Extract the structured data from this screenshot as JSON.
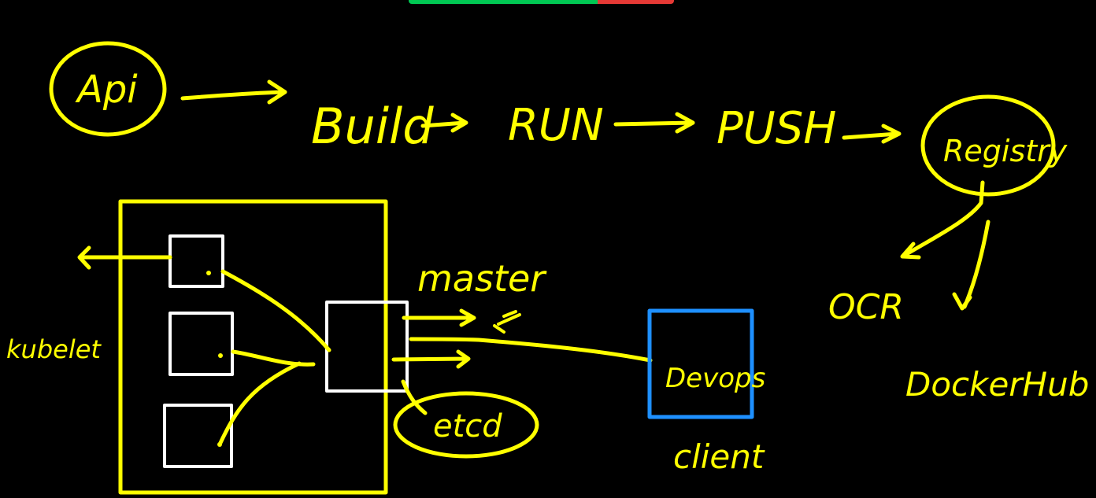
{
  "colors": {
    "background": "#000000",
    "ink_yellow": "#FFFF00",
    "ink_white": "#FFFFFF",
    "ink_blue": "#1E90FF",
    "bar_green": "#00C853",
    "bar_red": "#E53935"
  },
  "labels": {
    "api": "Api",
    "build": "Build",
    "run": "RUN",
    "push": "PUSH",
    "registry": "Registry",
    "ocr": "OCR",
    "dockerhub": "DockerHub",
    "master": "master",
    "kubelet": "kubelet",
    "etcd": "etcd",
    "devops": "Devops",
    "client": "client"
  }
}
